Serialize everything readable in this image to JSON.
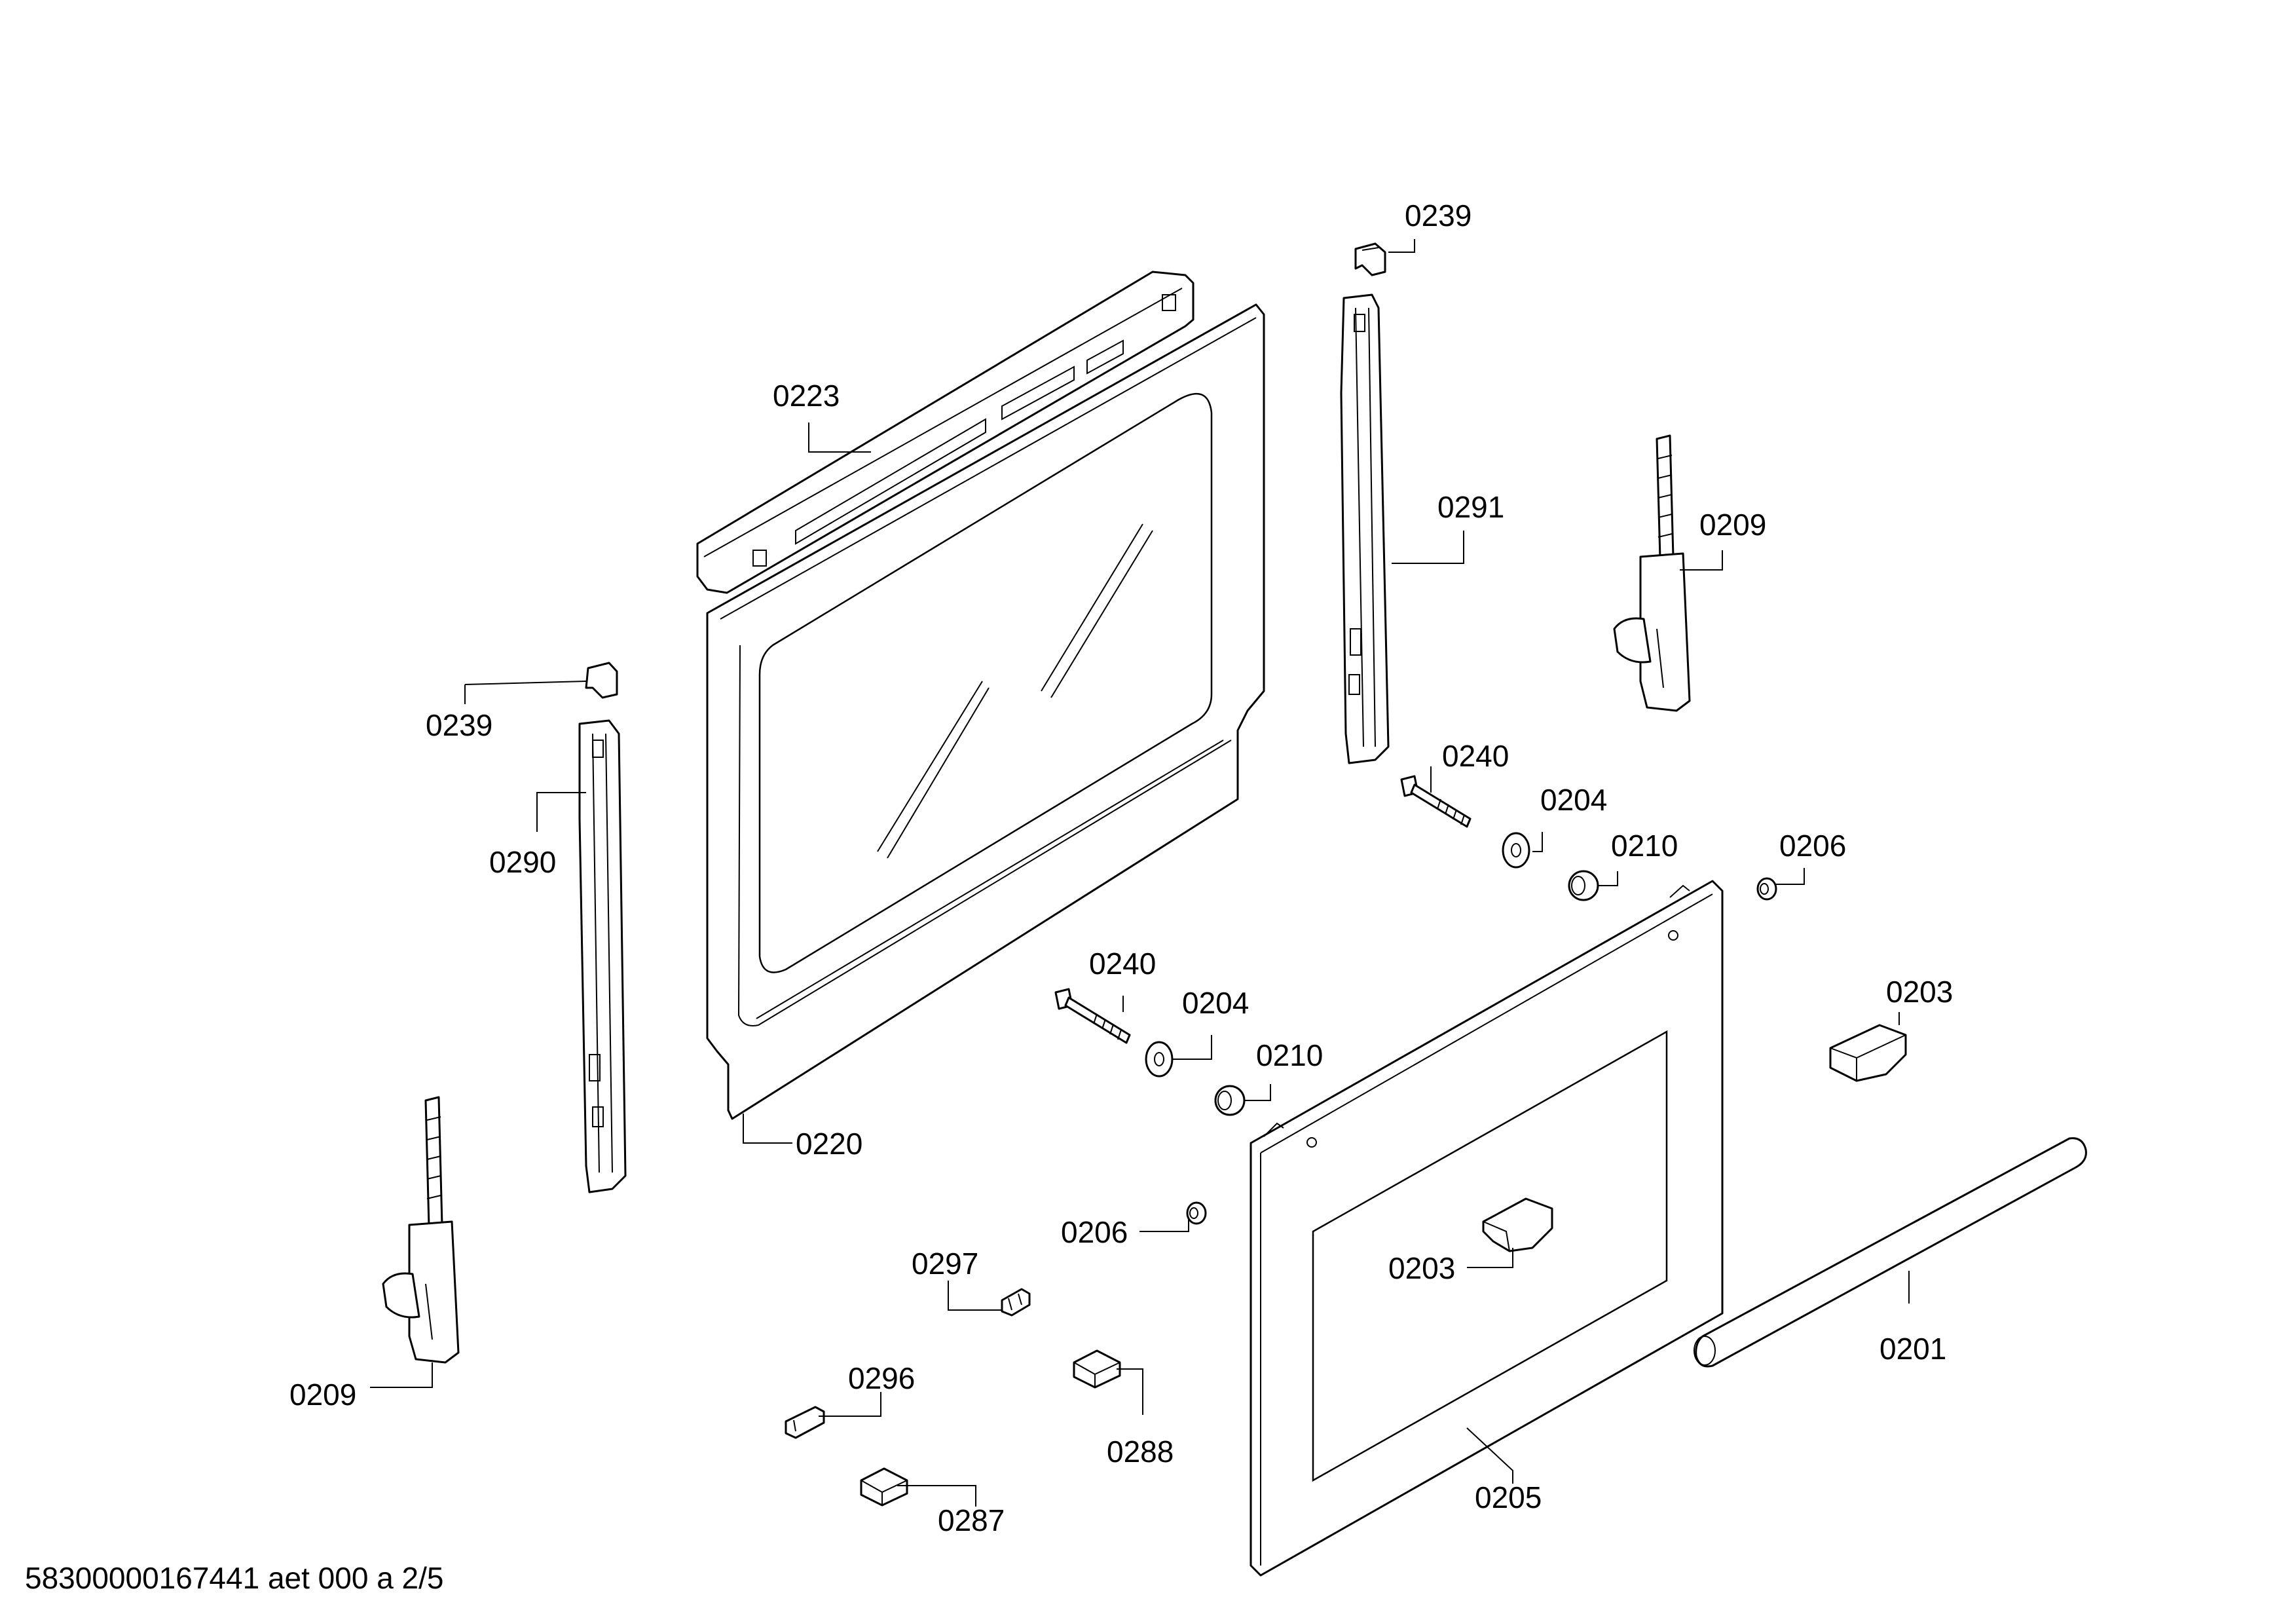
{
  "footer": "58300000167441 aet 000 a 2/5",
  "labels": {
    "l0239_top": "0239",
    "l0223": "0223",
    "l0291": "0291",
    "l0209_right": "0209",
    "l0239_left": "0239",
    "l0290": "0290",
    "l0240_right": "0240",
    "l0204_right": "0204",
    "l0210_right": "0210",
    "l0206_right": "0206",
    "l0203_right": "0203",
    "l0240_mid": "0240",
    "l0204_mid": "0204",
    "l0210_mid": "0210",
    "l0220": "0220",
    "l0206_mid": "0206",
    "l0203_door": "0203",
    "l0297": "0297",
    "l0209_left": "0209",
    "l0296": "0296",
    "l0288": "0288",
    "l0287": "0287",
    "l0205": "0205",
    "l0201": "0201"
  }
}
